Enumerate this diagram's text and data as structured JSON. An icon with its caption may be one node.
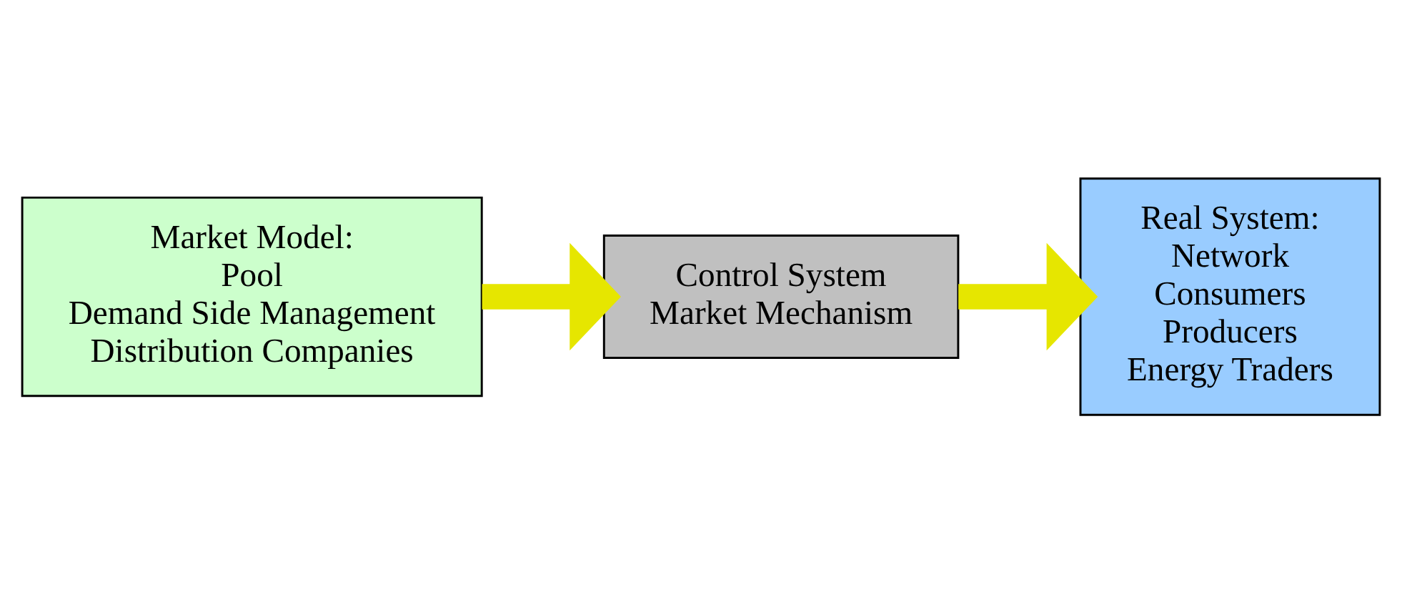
{
  "diagram": {
    "nodes": [
      {
        "text": [
          "Market Model:",
          "Pool",
          "Demand Side Management",
          "Distribution Companies"
        ]
      },
      {
        "text": [
          "Control System",
          "Market Mechanism"
        ]
      },
      {
        "text": [
          "Real System:",
          "Network",
          "Consumers",
          "Producers",
          "Energy Traders"
        ]
      }
    ],
    "edges": [
      {
        "from": 0,
        "to": 1,
        "arrow": "to"
      },
      {
        "from": 1,
        "to": 2,
        "arrow": "to"
      }
    ]
  }
}
